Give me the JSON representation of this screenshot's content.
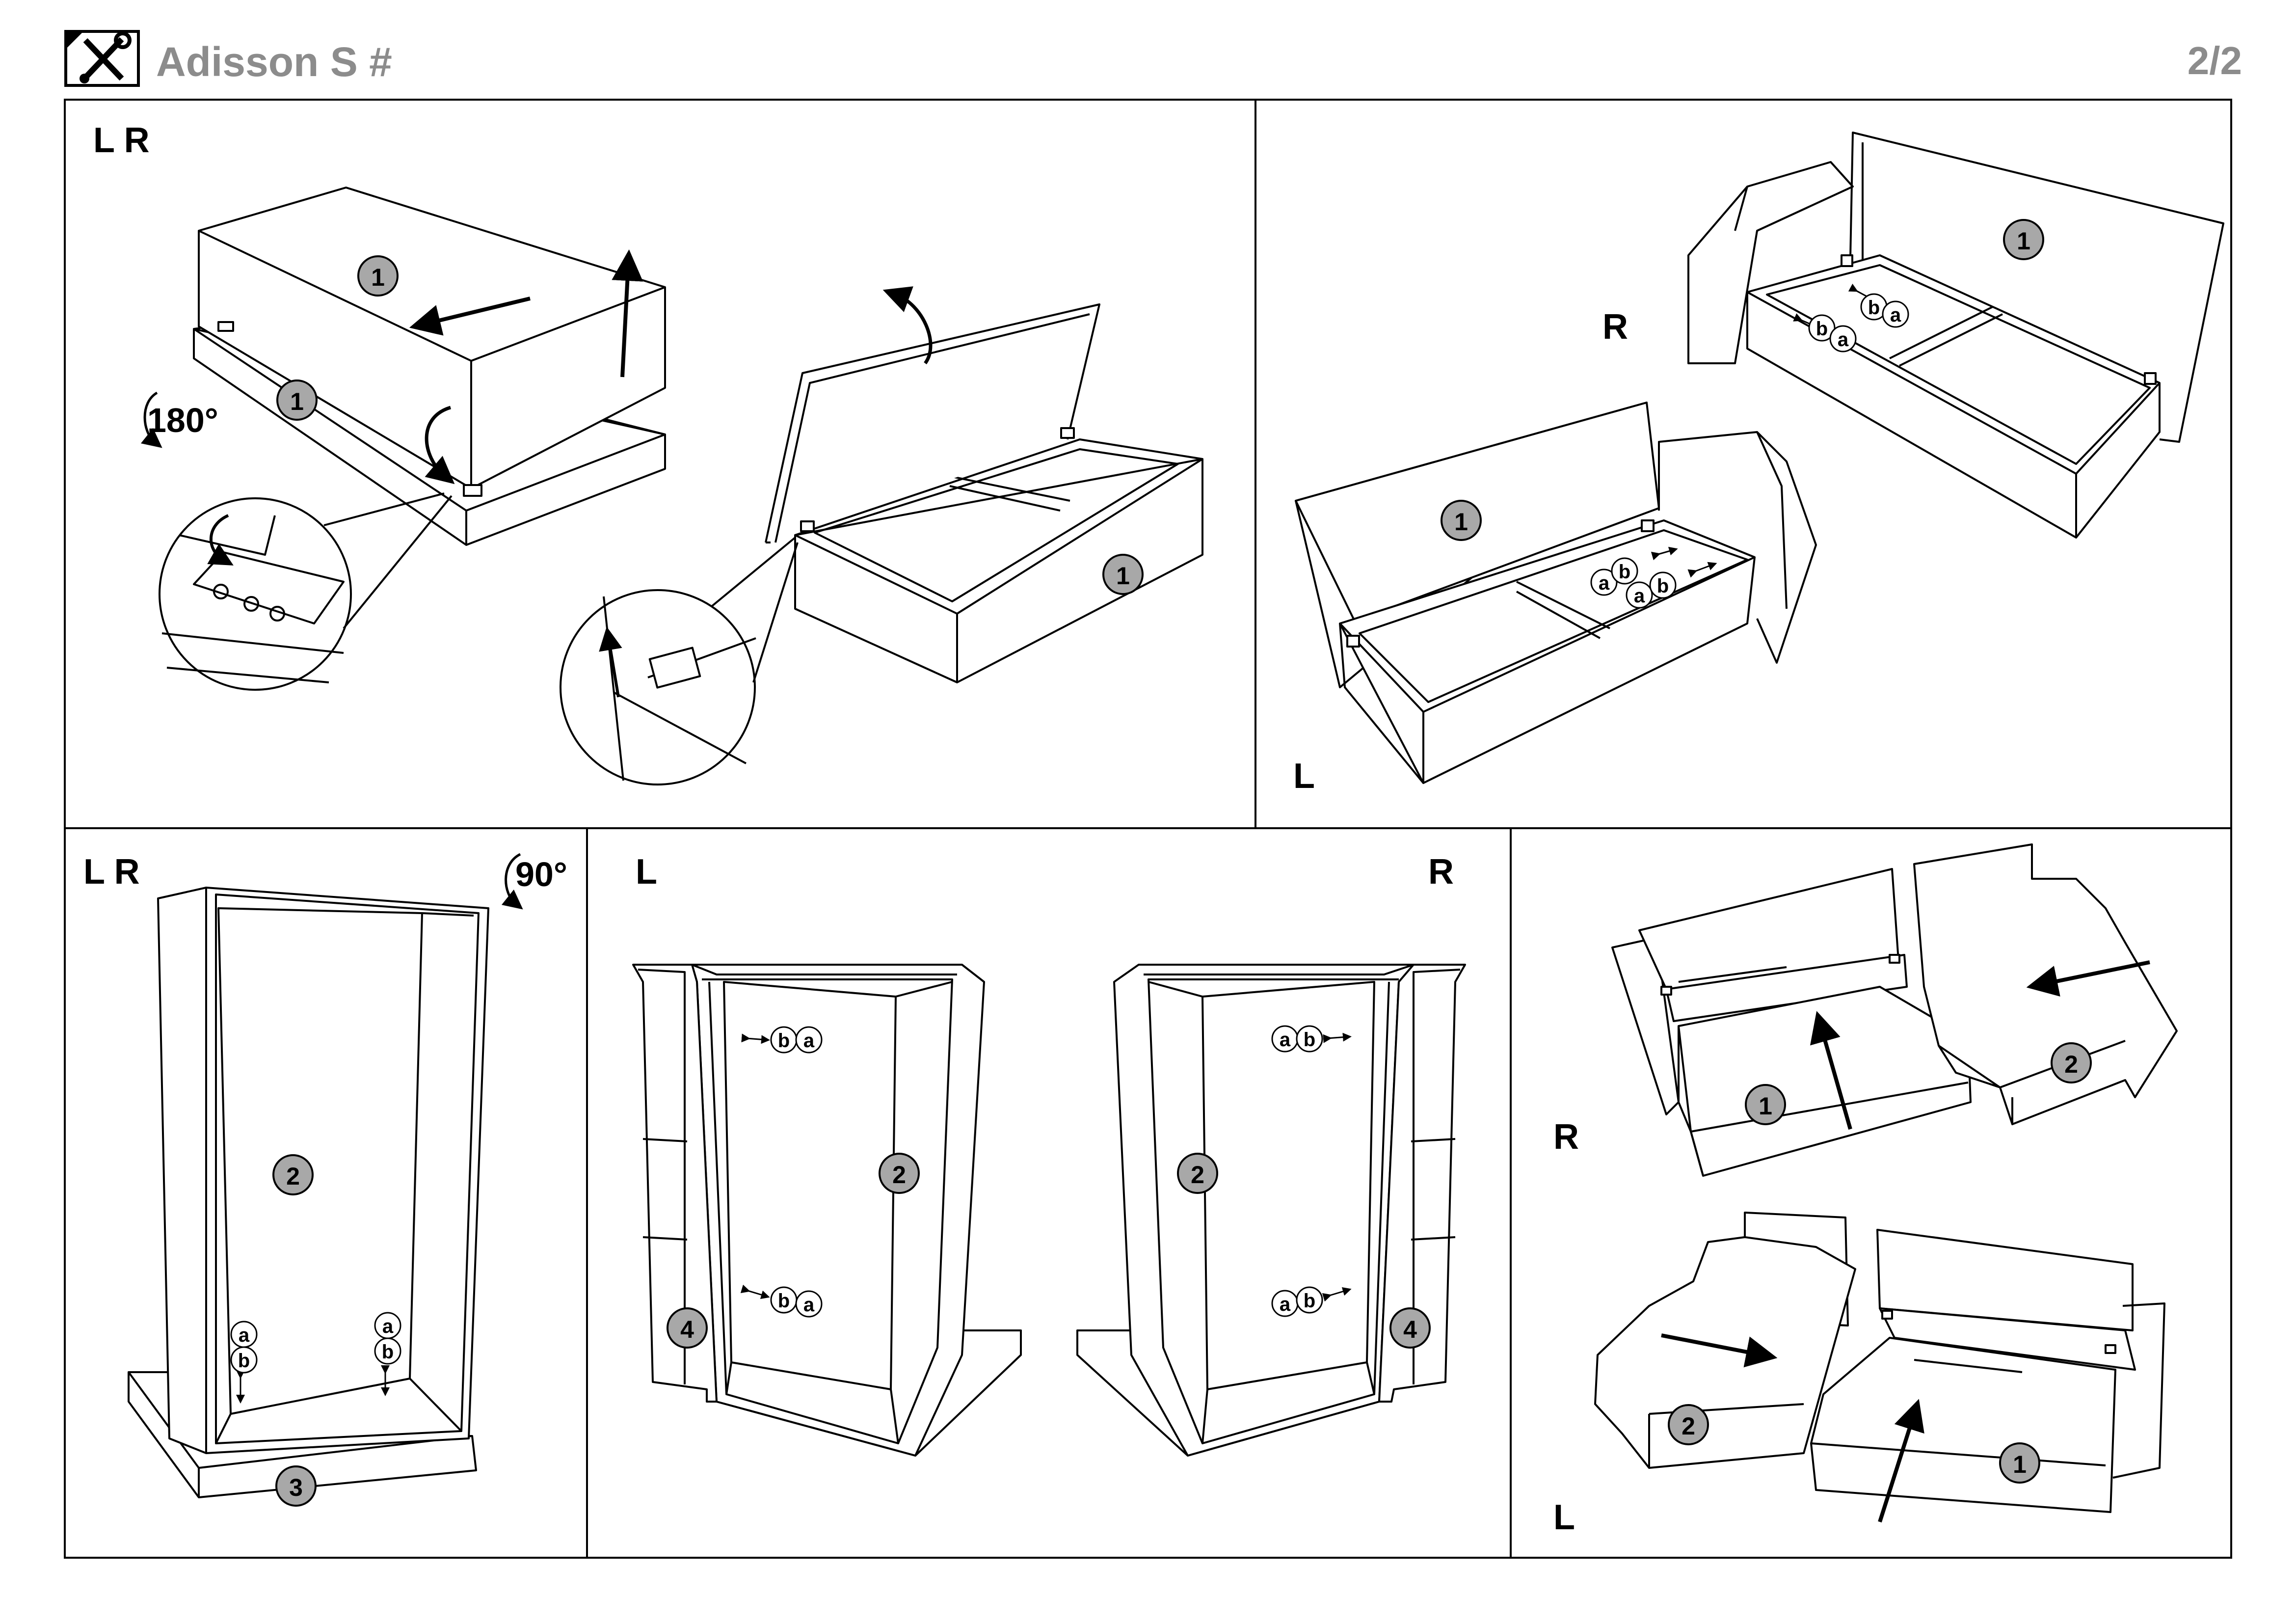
{
  "header": {
    "title": "Adisson S #",
    "page": "2/2",
    "icon": "tools-icon"
  },
  "panels": {
    "p1": {
      "label": "L  R",
      "rotation": "180°",
      "callouts": [
        "1",
        "1",
        "1"
      ]
    },
    "p2": {
      "label_r": "R",
      "label_l": "L",
      "callouts": [
        "1",
        "1",
        "b",
        "a",
        "b",
        "a",
        "a",
        "b",
        "a",
        "b"
      ]
    },
    "p3": {
      "label": "L  R",
      "rotation": "90°",
      "callouts": [
        "2",
        "3",
        "a",
        "b",
        "a",
        "b"
      ]
    },
    "p4": {
      "label_l": "L",
      "label_r": "R",
      "callouts": [
        "2",
        "2",
        "4",
        "4",
        "b",
        "a",
        "b",
        "a",
        "a",
        "b",
        "a",
        "b"
      ]
    },
    "p5": {
      "label_r": "R",
      "label_l": "L",
      "callouts": [
        "1",
        "2",
        "2",
        "1"
      ]
    }
  },
  "colors": {
    "callout_fill": "#a8a8a8",
    "header_text": "#8c8c8c",
    "line": "#000000"
  }
}
